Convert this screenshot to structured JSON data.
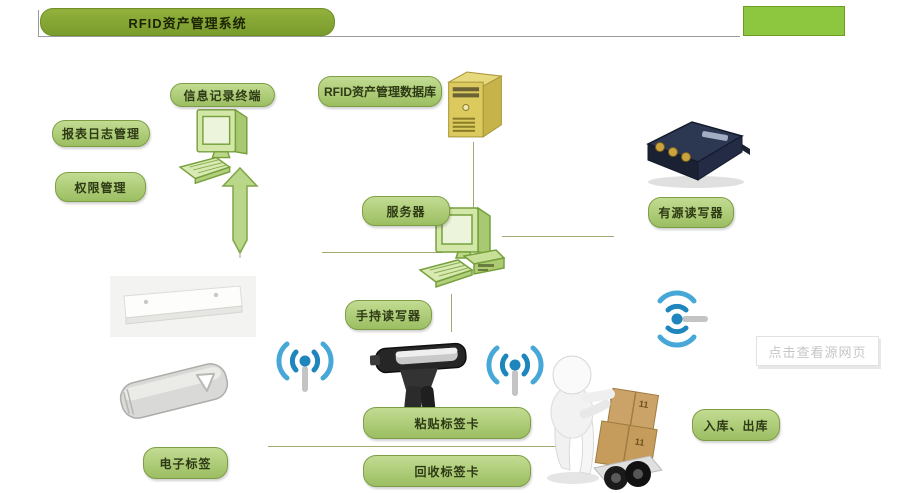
{
  "header": {
    "title": "RFID资产管理系统"
  },
  "nodes": {
    "info_terminal": {
      "label": "信息记录终端"
    },
    "report_log": {
      "label": "报表日志管理"
    },
    "permission": {
      "label": "权限管理"
    },
    "database": {
      "label": "RFID资产管理数据库"
    },
    "server": {
      "label": "服务器"
    },
    "active_reader": {
      "label": "有源读写器"
    },
    "handheld_reader": {
      "label": "手持读写器"
    },
    "electronic_tag": {
      "label": "电子标签"
    },
    "paste_tag": {
      "label": "粘贴标签卡"
    },
    "recycle_tag": {
      "label": "回收标签卡"
    },
    "in_out": {
      "label": "入库、出库"
    }
  },
  "watermark": {
    "text": "点击查看源网页"
  },
  "icons": {
    "wifi_antenna_left": "wifi-antenna-icon",
    "wifi_antenna_right": "wifi-antenna-icon",
    "wifi_signal_horizontal": "wifi-signal-icon",
    "up_arrow": "up-arrow-connector"
  },
  "colors": {
    "banner_green": "#85a832",
    "accent_green": "#8dc63f",
    "pill_fill": "#abce74",
    "pill_border": "#7d9e44",
    "connector_line": "#a6a874",
    "wifi_blue": "#2e96cc",
    "server_yellow": "#dcca5e",
    "device_dark": "#1a2133",
    "carton_tan": "#c9a464"
  }
}
